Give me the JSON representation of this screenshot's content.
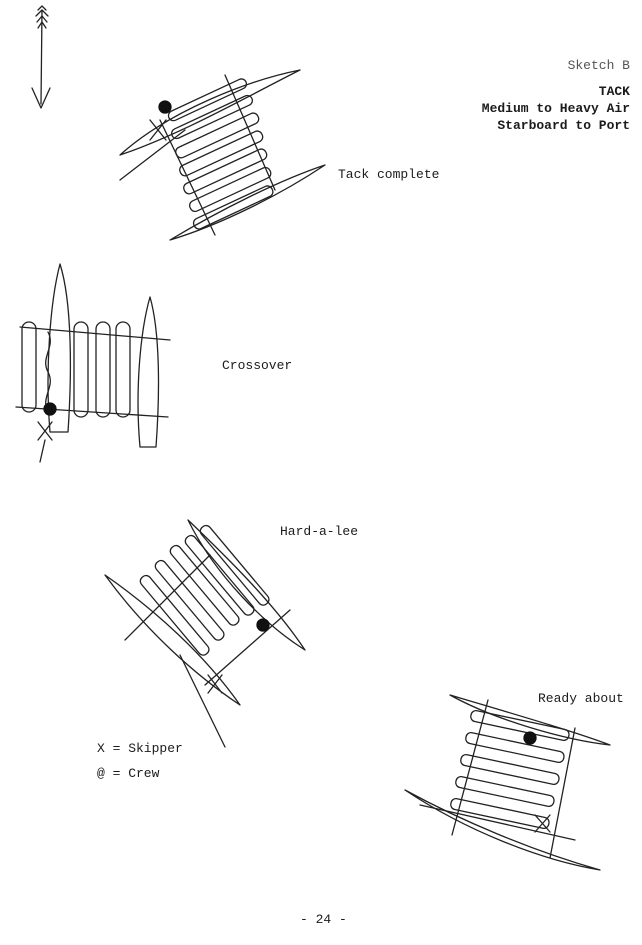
{
  "header": {
    "sketch_label": "Sketch B",
    "title": "TACK",
    "subtitle_line1": "Medium to Heavy Air",
    "subtitle_line2": "Starboard to Port"
  },
  "stages": {
    "tack_complete": "Tack complete",
    "crossover": "Crossover",
    "hard_a_lee": "Hard-a-lee",
    "ready_about": "Ready about"
  },
  "legend": {
    "skipper": "X = Skipper",
    "crew": "@ = Crew"
  },
  "footer": {
    "page_number": "- 24 -"
  }
}
